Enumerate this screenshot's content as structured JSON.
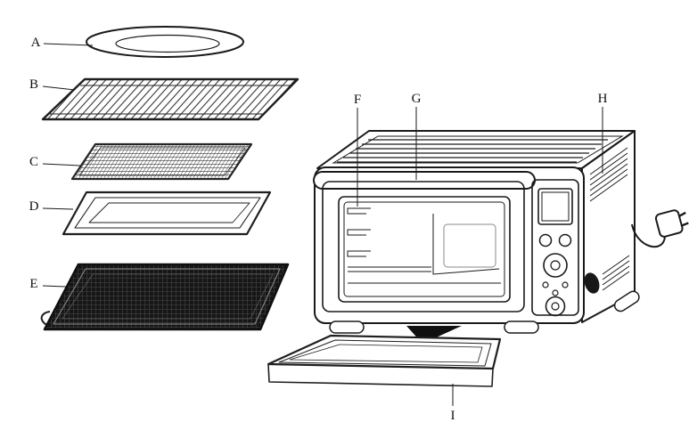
{
  "figure": {
    "type": "parts-diagram",
    "labels": {
      "a": "A",
      "b": "B",
      "c": "C",
      "d": "D",
      "e": "E",
      "f": "F",
      "g": "G",
      "h": "H",
      "i": "I"
    }
  },
  "colors": {
    "line": "#1a1a1a",
    "dark_fill": "#161616",
    "background": "#ffffff"
  }
}
